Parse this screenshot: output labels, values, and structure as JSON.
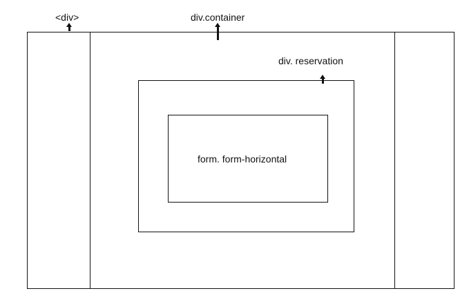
{
  "labels": {
    "div": "<div>",
    "container": "div.container",
    "reservation": "div. reservation",
    "form": "form. form-horizontal"
  },
  "colors": {
    "stroke": "#111111",
    "background": "#ffffff"
  }
}
